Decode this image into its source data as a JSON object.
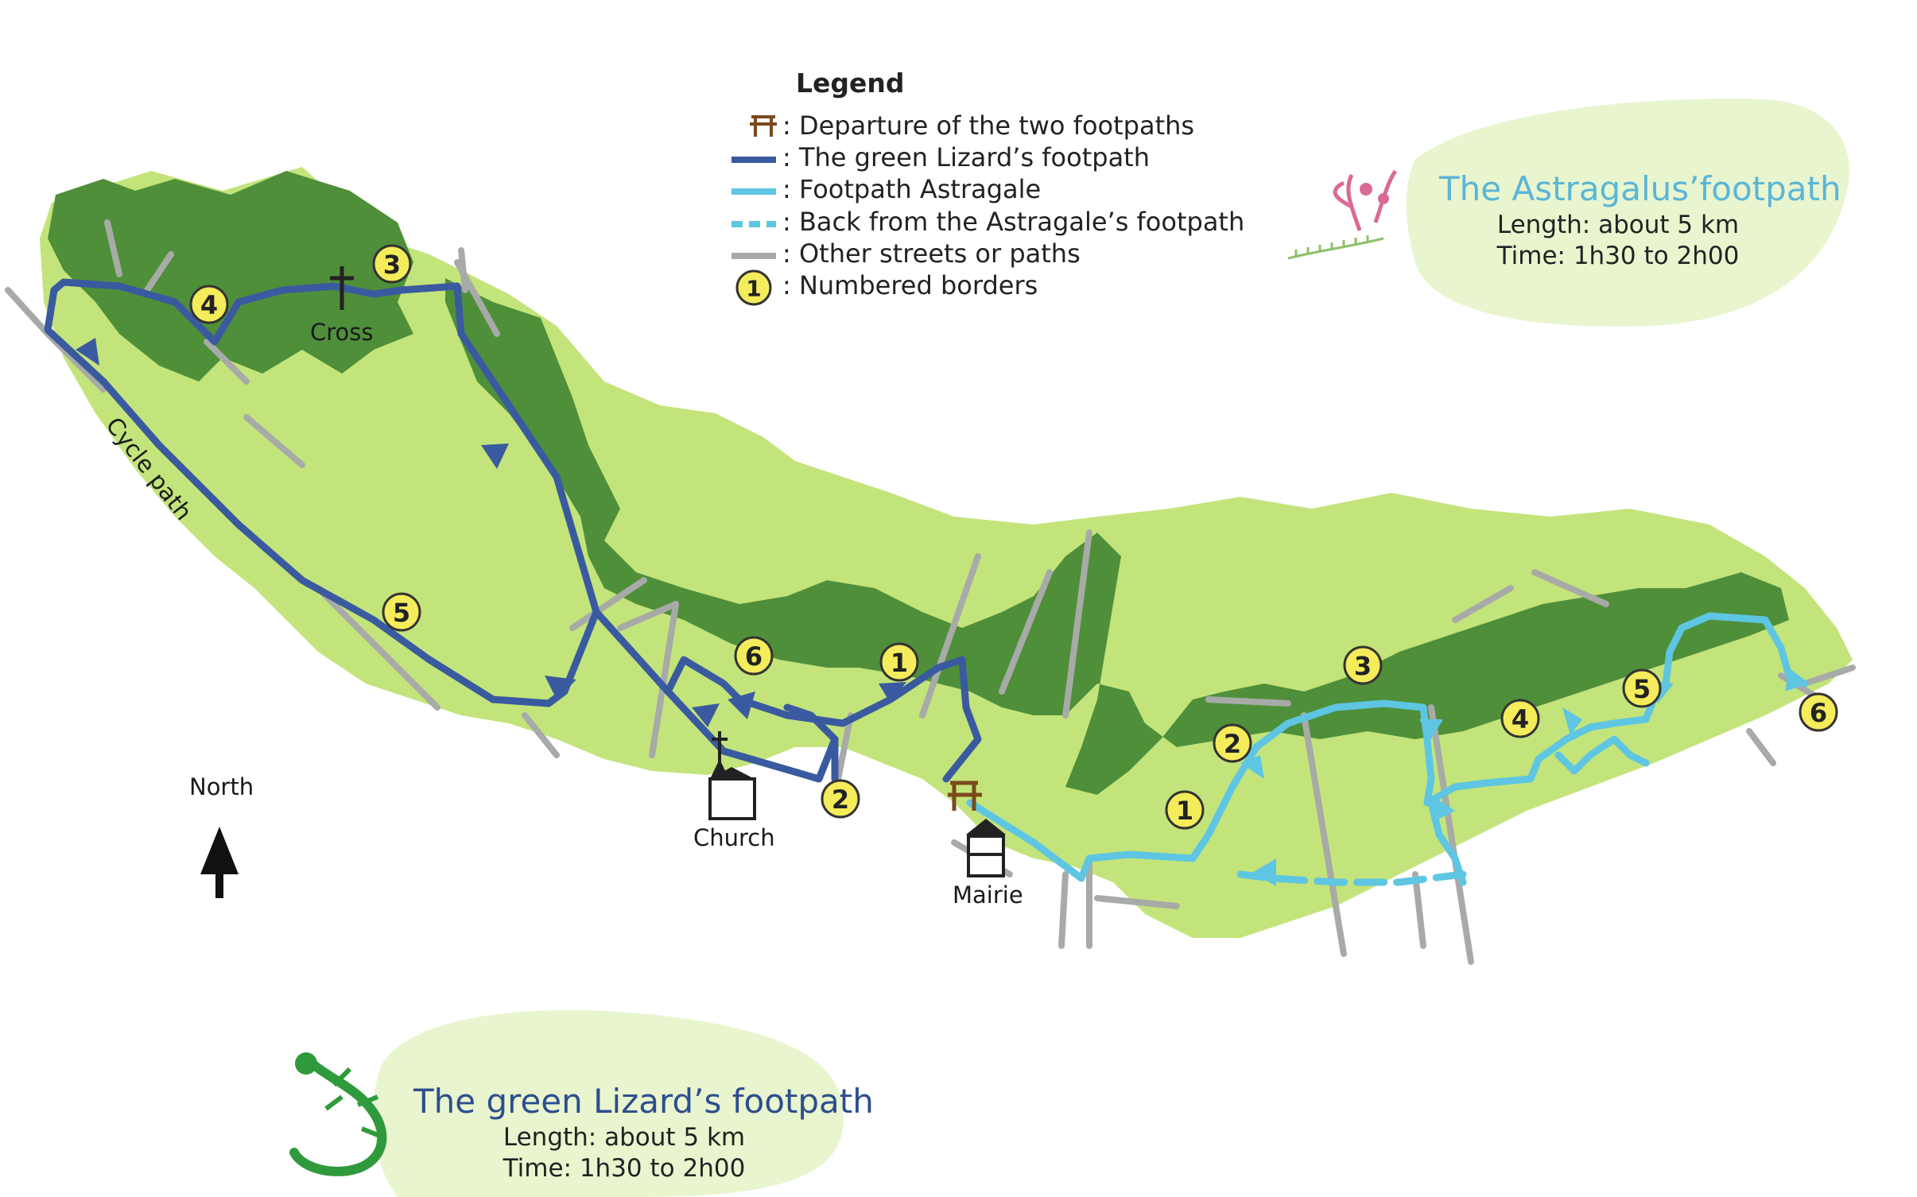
{
  "legend": {
    "title": "Legend",
    "items": [
      {
        "symbol": "departure-icon",
        "label": ": Departure of the two footpaths"
      },
      {
        "symbol": "line-dark-blue",
        "color": "#3a5aa0",
        "label": ": The green Lizard’s footpath"
      },
      {
        "symbol": "line-light-blue",
        "color": "#5ec6e2",
        "label": ": Footpath Astragale"
      },
      {
        "symbol": "line-light-blue-dashed",
        "color": "#5ec6e2",
        "label": ": Back from the Astragale’s footpath"
      },
      {
        "symbol": "line-grey",
        "color": "#a8aaa8",
        "label": ": Other streets or paths"
      },
      {
        "symbol": "numbered-circle",
        "number": "1",
        "label": ": Numbered borders"
      }
    ]
  },
  "astragalus": {
    "title": "The Astragalus’footpath",
    "length": "Length: about 5 km",
    "time": "Time: 1h30 to 2h00"
  },
  "lizard": {
    "title": "The green Lizard’s footpath",
    "length": "Length: about 5 km",
    "time": "Time: 1h30 to 2h00"
  },
  "places": {
    "cross": "Cross",
    "church": "Church",
    "mairie": "Mairie",
    "north": "North",
    "cycle_path": "Cycle path"
  },
  "markers": {
    "lizard": [
      "3",
      "4",
      "5",
      "6",
      "1",
      "2"
    ],
    "astragale": [
      "1",
      "2",
      "3",
      "4",
      "5",
      "6"
    ]
  },
  "colors": {
    "dark_green": "#4f8f3a",
    "light_green": "#c3e47a",
    "lizard_route": "#3a5aa0",
    "astragale_route": "#5ec6e2",
    "streets": "#a8aaa8",
    "marker_fill": "#f4ec5a"
  }
}
